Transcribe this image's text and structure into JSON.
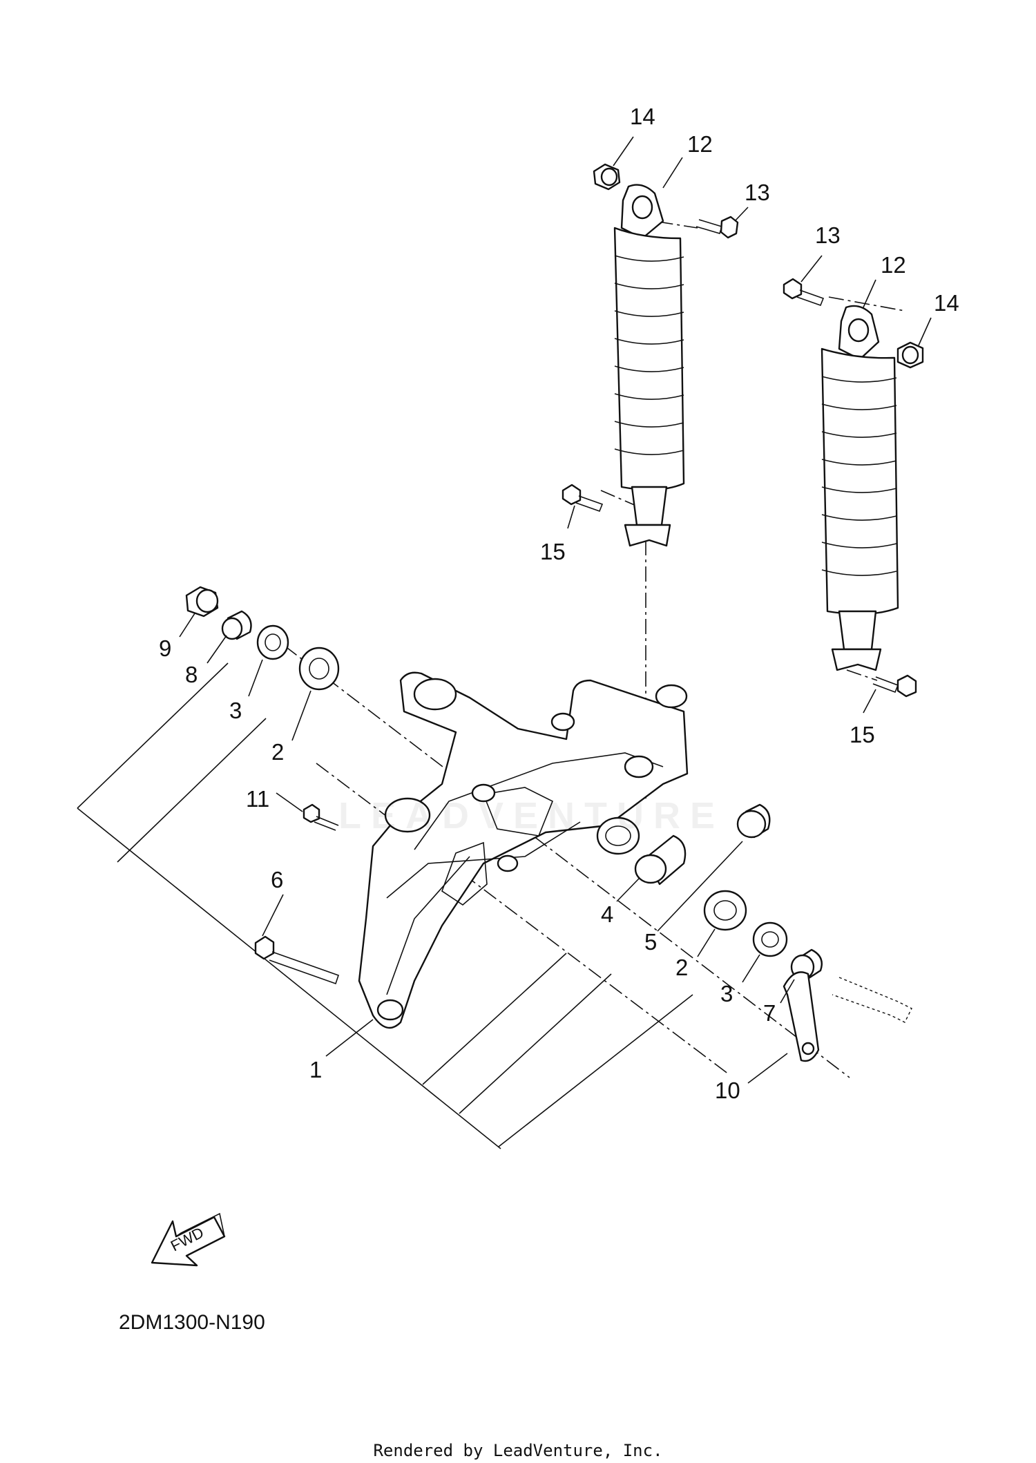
{
  "diagram": {
    "code": "2DM1300-N190",
    "credit": "Rendered by LeadVenture, Inc.",
    "fwd_label": "FWD",
    "watermark": "LEADVENTURE"
  },
  "callouts": [
    {
      "id": "c14a",
      "text": "14"
    },
    {
      "id": "c12a",
      "text": "12"
    },
    {
      "id": "c13a",
      "text": "13"
    },
    {
      "id": "c13b",
      "text": "13"
    },
    {
      "id": "c12b",
      "text": "12"
    },
    {
      "id": "c14b",
      "text": "14"
    },
    {
      "id": "c15a",
      "text": "15"
    },
    {
      "id": "c15b",
      "text": "15"
    },
    {
      "id": "c9",
      "text": "9"
    },
    {
      "id": "c8",
      "text": "8"
    },
    {
      "id": "c3a",
      "text": "3"
    },
    {
      "id": "c2a",
      "text": "2"
    },
    {
      "id": "c11",
      "text": "11"
    },
    {
      "id": "c6",
      "text": "6"
    },
    {
      "id": "c4",
      "text": "4"
    },
    {
      "id": "c5",
      "text": "5"
    },
    {
      "id": "c2b",
      "text": "2"
    },
    {
      "id": "c3b",
      "text": "3"
    },
    {
      "id": "c7",
      "text": "7"
    },
    {
      "id": "c1",
      "text": "1"
    },
    {
      "id": "c10",
      "text": "10"
    }
  ]
}
